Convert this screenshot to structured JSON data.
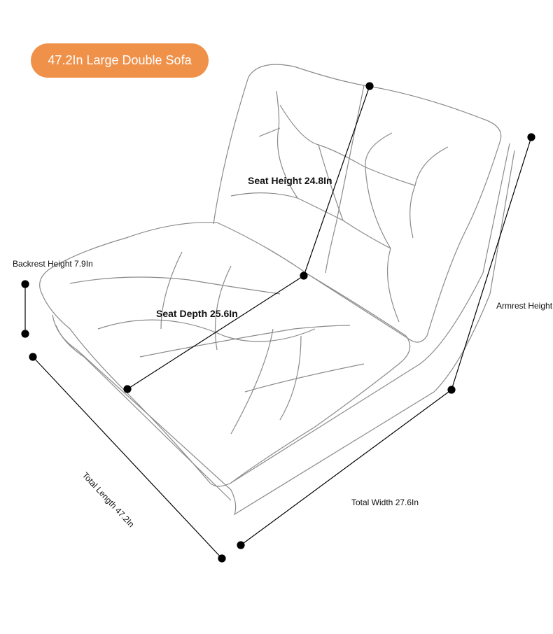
{
  "title_badge": "47.2In Large Double Sofa",
  "colors": {
    "badge": "#f0914a",
    "outline": "#8a8a8a",
    "dimension": "#000000"
  },
  "dimensions": {
    "seat_height": "Seat Height 24.8In",
    "seat_depth": "Seat Depth 25.6In",
    "backrest_height": "Backrest Height 7.9In",
    "armrest_height": "Armrest Height",
    "total_length": "Total Length 47.2In",
    "total_width": "Total Width 27.6In"
  }
}
